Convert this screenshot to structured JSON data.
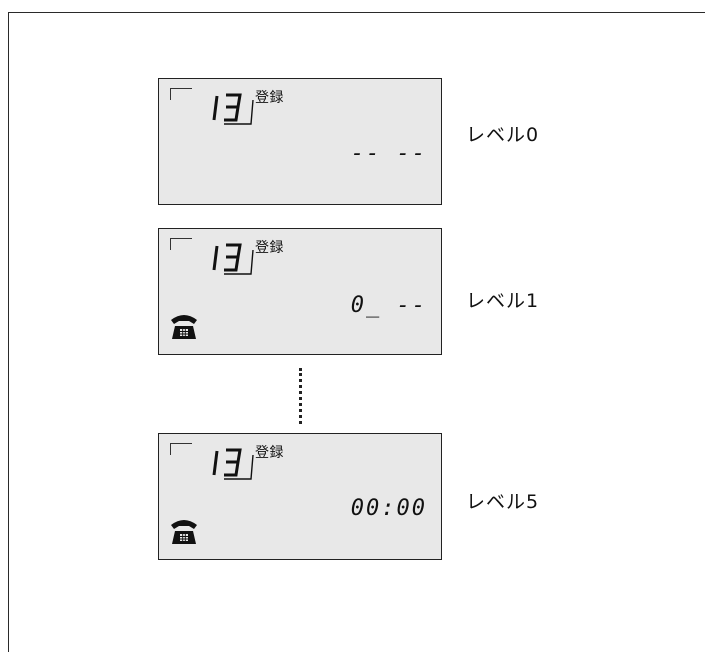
{
  "panels": [
    {
      "number": "13",
      "register_label": "登録",
      "display": "-- --",
      "show_phone": false,
      "level_label": "レベル0"
    },
    {
      "number": "13",
      "register_label": "登録",
      "display": "0_ --",
      "show_phone": true,
      "level_label": "レベル1"
    },
    {
      "number": "13",
      "register_label": "登録",
      "display": "00:00",
      "show_phone": true,
      "level_label": "レベル5"
    }
  ],
  "colors": {
    "lcd_background": "#e8e8e8",
    "border": "#222222"
  },
  "icons": {
    "phone": "telephone-icon",
    "corner": "corner-bracket-icon"
  }
}
